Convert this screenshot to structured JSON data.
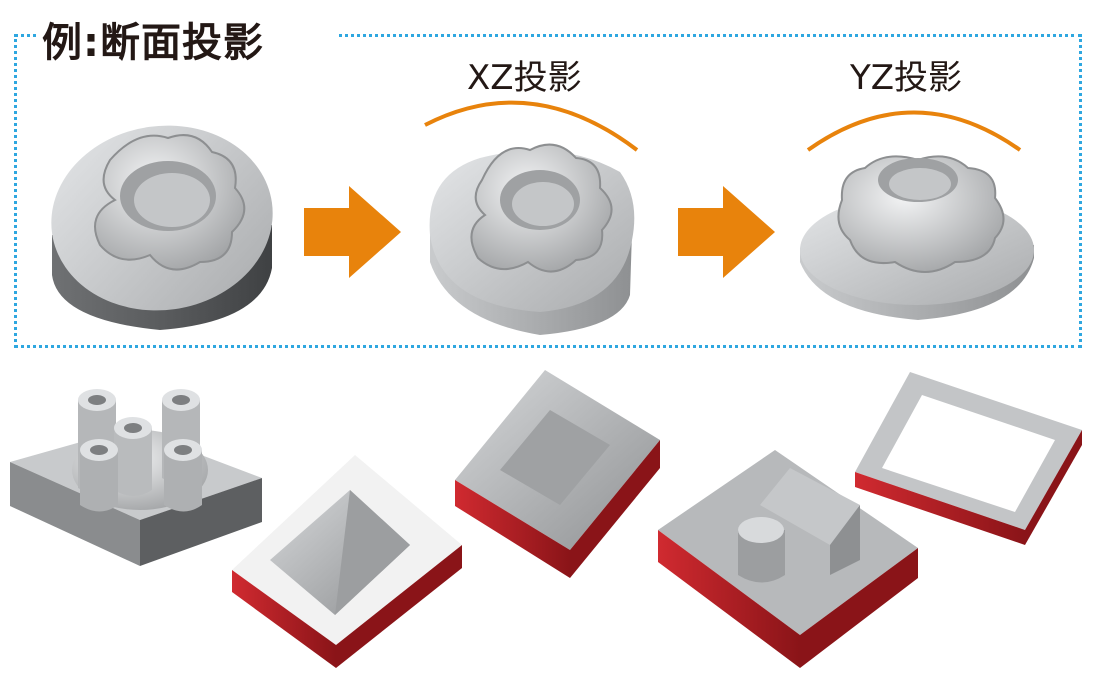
{
  "title": "例:断面投影",
  "labels": {
    "xz": "XZ投影",
    "yz": "YZ投影"
  },
  "colors": {
    "frame": "#2ea7e0",
    "arrow": "#e8830c",
    "arc": "#e8830c",
    "base_red": "#c8232b",
    "surface_gray": "#b4b6b8"
  },
  "icons": [
    "arrow-right-icon",
    "arc-icon"
  ]
}
